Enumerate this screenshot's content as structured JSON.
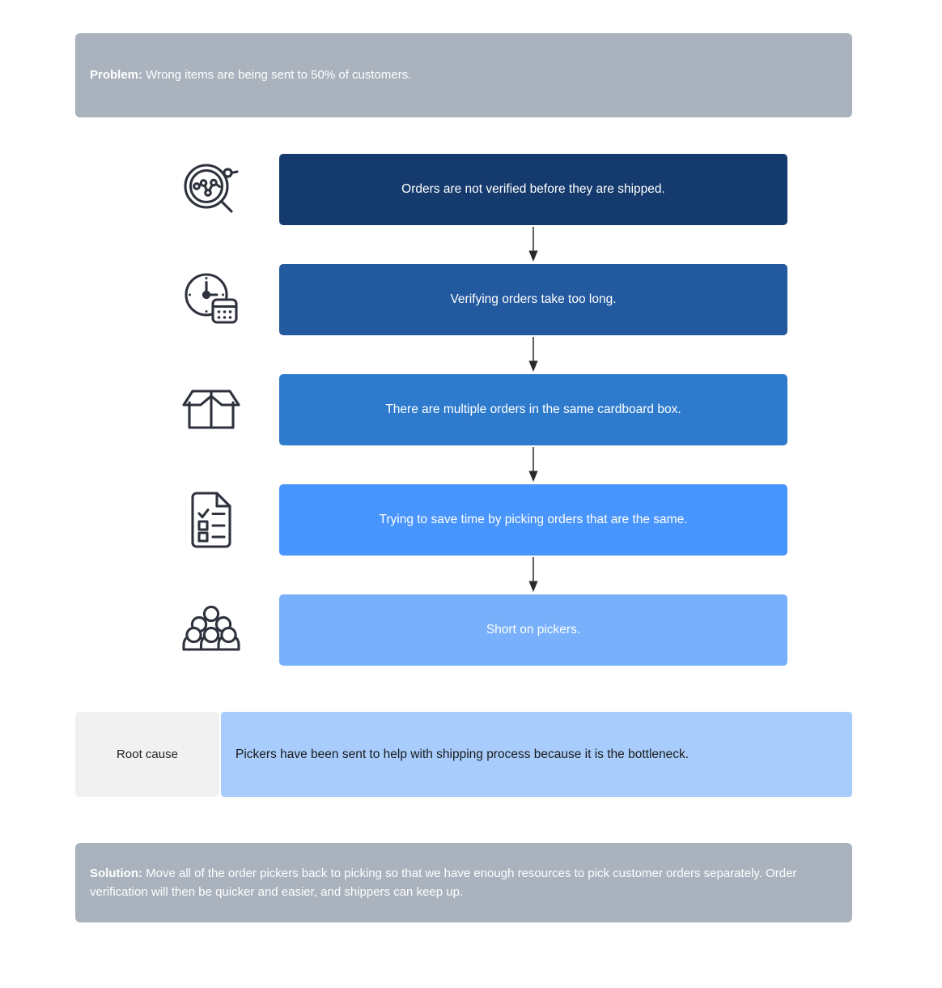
{
  "problem": {
    "lead": "Problem:",
    "text": " Wrong items are being sent to 50% of customers."
  },
  "solution": {
    "lead": "Solution:",
    "text": " Move all of the order pickers back to picking so that we have enough resources to pick customer orders separately. Order verification will then be quicker and easier, and shippers can keep up."
  },
  "chain": [
    {
      "icon": "magnifier-analytics-icon",
      "label": "Orders are not verified before they are shipped.",
      "color": "#153a6d"
    },
    {
      "icon": "clock-calendar-icon",
      "label": "Verifying orders take too long.",
      "color": "#23599f"
    },
    {
      "icon": "open-box-icon",
      "label": "There are multiple orders in the same cardboard box.",
      "color": "#2e7bce"
    },
    {
      "icon": "checklist-document-icon",
      "label": "Trying to save time by picking orders that are the same.",
      "color": "#4895fd"
    },
    {
      "icon": "people-group-icon",
      "label": "Short on pickers.",
      "color": "#78b0fc"
    }
  ],
  "root_cause": {
    "label": "Root cause",
    "text": "Pickers have been sent to help with shipping process because it is the bottleneck."
  },
  "colors": {
    "banner_gray": "#aab2bd",
    "root_cause_label_bg": "#f1f1f1",
    "root_cause_body_bg": "#a8cdfd",
    "icon_stroke": "#2e323c",
    "arrow": "#1b1b1b",
    "background": "#ffffff"
  }
}
